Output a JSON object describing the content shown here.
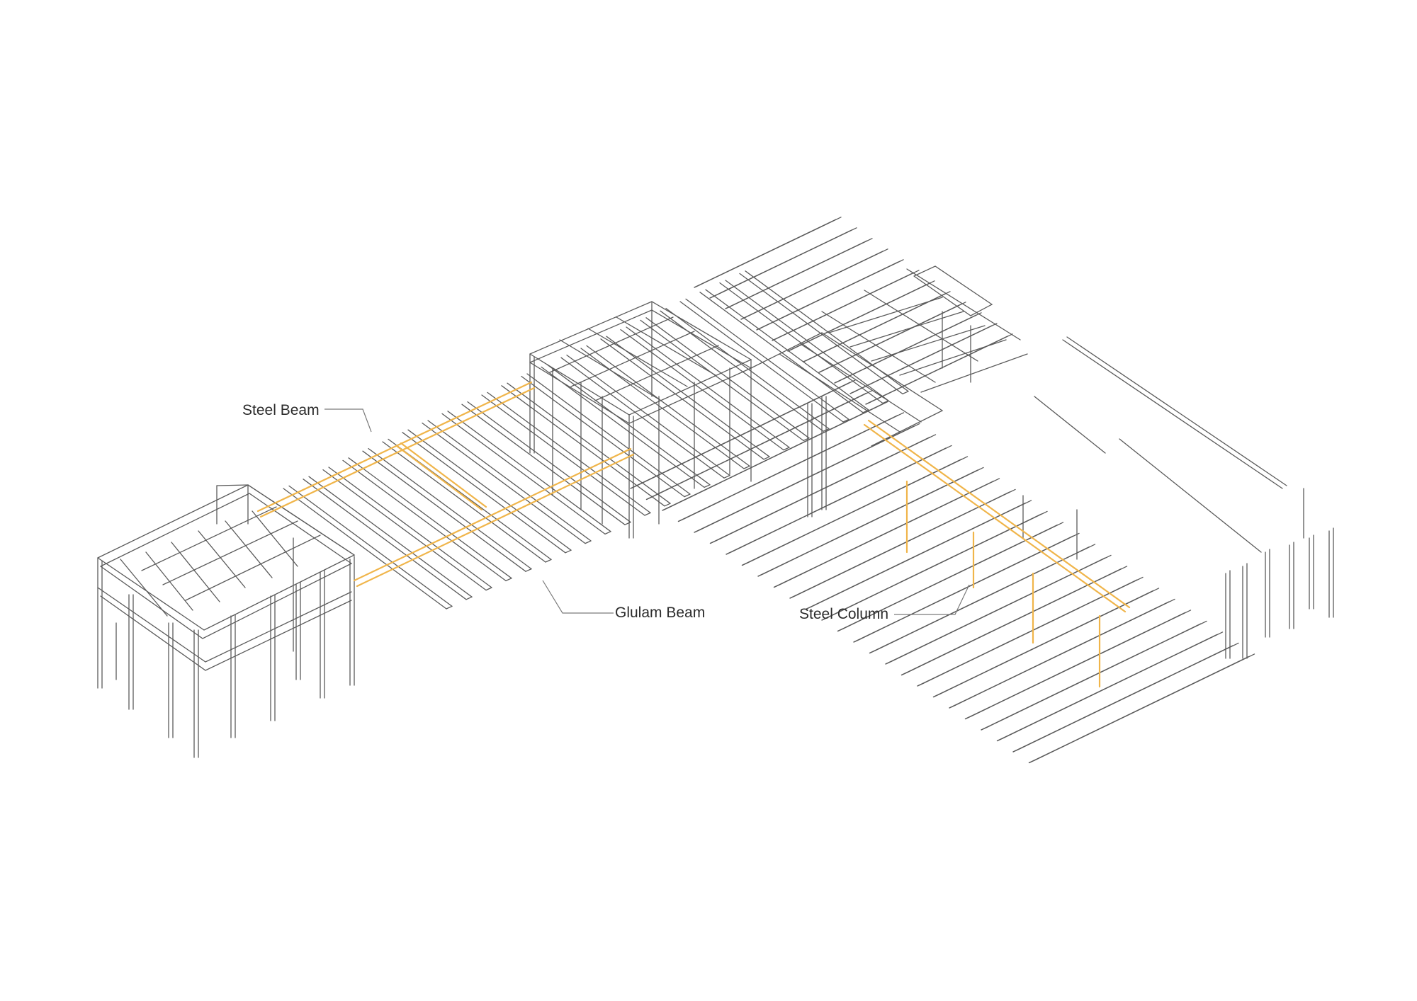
{
  "labels": {
    "steel_beam": "Steel Beam",
    "glulam_beam": "Glulam Beam",
    "steel_column": "Steel Column"
  },
  "colors": {
    "line": "#5a5a5a",
    "highlight": "#f0b54a",
    "background": "#ffffff",
    "text": "#2b2b2b"
  }
}
